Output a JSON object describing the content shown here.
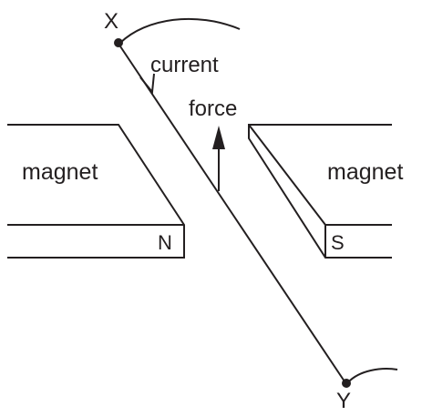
{
  "endpoints": {
    "top": "X",
    "bottom": "Y"
  },
  "labels": {
    "current": "current",
    "force": "force"
  },
  "magnets": {
    "left": {
      "label": "magnet",
      "pole": "N"
    },
    "right": {
      "label": "magnet",
      "pole": "S"
    }
  },
  "colors": {
    "line": "#231f20",
    "background": "#ffffff"
  }
}
